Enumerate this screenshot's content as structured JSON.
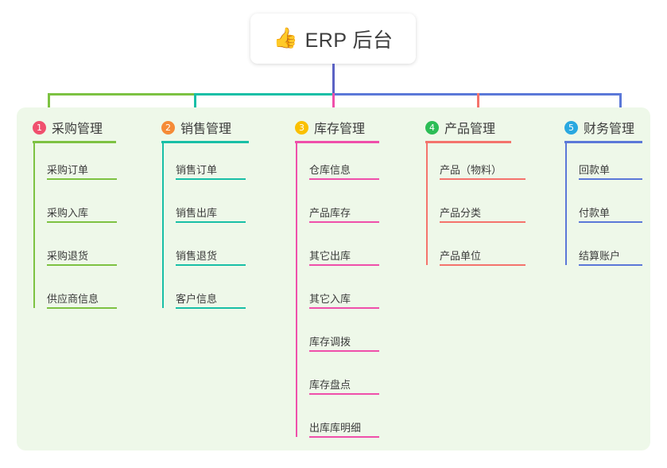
{
  "title": {
    "emoji": "👍",
    "emoji_name": "thumbs-up-emoji",
    "text": "ERP 后台"
  },
  "colors": {
    "panel_bg": "#eef8e9",
    "center_line": "#5b62c4",
    "col1": "#7dc242",
    "col2": "#18bfa6",
    "col3": "#ef4faa",
    "col4": "#f4736c",
    "col5": "#5b78d8",
    "badge1": "#f0506e",
    "badge2": "#f58b37",
    "badge3": "#fac000",
    "badge4": "#2cbd56",
    "badge5": "#29a8e0",
    "text": "#3c3c3c"
  },
  "columns": [
    {
      "index": "1",
      "badge_color": "#f0506e",
      "line_color": "#7dc242",
      "label": "采购管理",
      "items": [
        "采购订单",
        "采购入库",
        "采购退货",
        "供应商信息"
      ]
    },
    {
      "index": "2",
      "badge_color": "#f58b37",
      "line_color": "#18bfa6",
      "label": "销售管理",
      "items": [
        "销售订单",
        "销售出库",
        "销售退货",
        "客户信息"
      ]
    },
    {
      "index": "3",
      "badge_color": "#fac000",
      "line_color": "#ef4faa",
      "label": "库存管理",
      "items": [
        "仓库信息",
        "产品库存",
        "其它出库",
        "其它入库",
        "库存调拨",
        "库存盘点",
        "出库库明细"
      ]
    },
    {
      "index": "4",
      "badge_color": "#2cbd56",
      "line_color": "#f4736c",
      "label": "产品管理",
      "items": [
        "产品（物料）",
        "产品分类",
        "产品单位"
      ]
    },
    {
      "index": "5",
      "badge_color": "#29a8e0",
      "line_color": "#5b78d8",
      "label": "财务管理",
      "items": [
        "回款单",
        "付款单",
        "结算账户"
      ]
    }
  ]
}
